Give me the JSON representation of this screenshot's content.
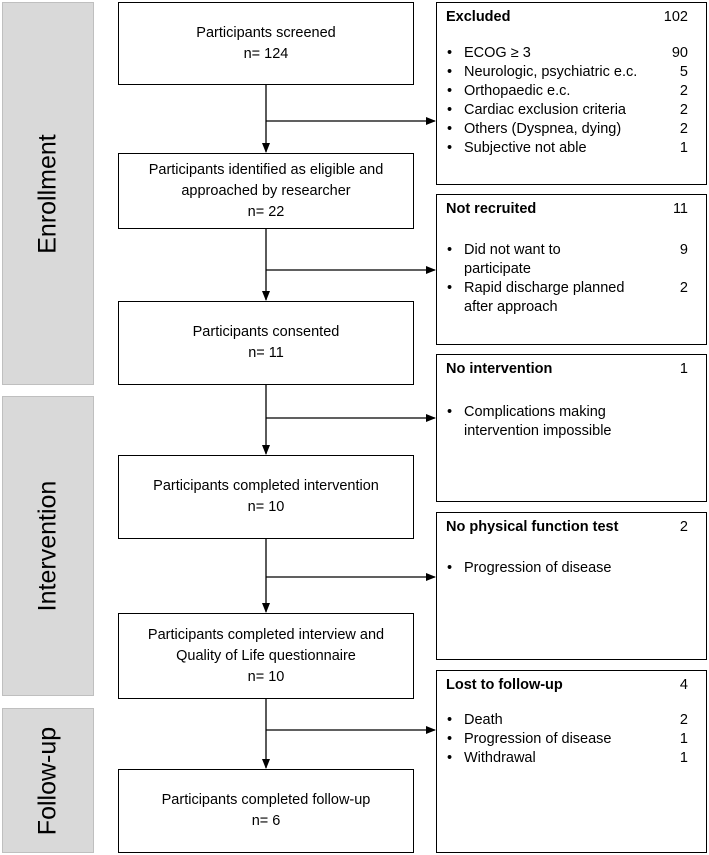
{
  "phases": [
    {
      "id": "enrollment",
      "label": "Enrollment"
    },
    {
      "id": "intervention",
      "label": "Intervention"
    },
    {
      "id": "followup",
      "label": "Follow-up"
    }
  ],
  "main_boxes": [
    {
      "id": "screened",
      "line1": "Participants screened",
      "line2": "",
      "n": "n= 124"
    },
    {
      "id": "eligible",
      "line1": "Participants identified as eligible and",
      "line2": "approached by researcher",
      "n": "n= 22"
    },
    {
      "id": "consented",
      "line1": "Participants consented",
      "line2": "",
      "n": "n= 11"
    },
    {
      "id": "completed-intervention",
      "line1": "Participants completed intervention",
      "line2": "",
      "n": "n= 10"
    },
    {
      "id": "completed-interview",
      "line1": "Participants completed interview and",
      "line2": "Quality of Life questionnaire",
      "n": "n= 10"
    },
    {
      "id": "completed-followup",
      "line1": "Participants completed follow-up",
      "line2": "",
      "n": "n= 6"
    }
  ],
  "exclusion_boxes": [
    {
      "id": "excluded",
      "title": "Excluded",
      "total": "102",
      "items": [
        {
          "bullet": "•",
          "text": "ECOG ≥ 3",
          "count": "90"
        },
        {
          "bullet": "•",
          "text": "Neurologic, psychiatric e.c.",
          "count": "5"
        },
        {
          "bullet": "•",
          "text": "Orthopaedic e.c.",
          "count": "2"
        },
        {
          "bullet": "•",
          "text": "Cardiac exclusion criteria",
          "count": "2"
        },
        {
          "bullet": "•",
          "text": "Others (Dyspnea, dying)",
          "count": "2"
        },
        {
          "bullet": "•",
          "text": "Subjective not able",
          "count": "1"
        }
      ]
    },
    {
      "id": "not-recruited",
      "title": "Not recruited",
      "total": "11",
      "items": [
        {
          "bullet": "•",
          "text": "Did not want to participate",
          "count": "9"
        },
        {
          "bullet": "•",
          "text": "Rapid discharge planned after approach",
          "count": "2"
        }
      ]
    },
    {
      "id": "no-intervention",
      "title": "No intervention",
      "total": "1",
      "items": [
        {
          "bullet": "•",
          "text": "Complications making intervention impossible",
          "count": ""
        }
      ]
    },
    {
      "id": "no-physical-function-test",
      "title": "No physical function test",
      "total": "2",
      "items": [
        {
          "bullet": "•",
          "text": "Progression of disease",
          "count": ""
        }
      ]
    },
    {
      "id": "lost-to-follow-up",
      "title": "Lost to follow-up",
      "total": "4",
      "items": [
        {
          "bullet": "•",
          "text": "Death",
          "count": "2"
        },
        {
          "bullet": "•",
          "text": "Progression of disease",
          "count": "1"
        },
        {
          "bullet": "•",
          "text": "Withdrawal",
          "count": "1"
        }
      ]
    }
  ]
}
